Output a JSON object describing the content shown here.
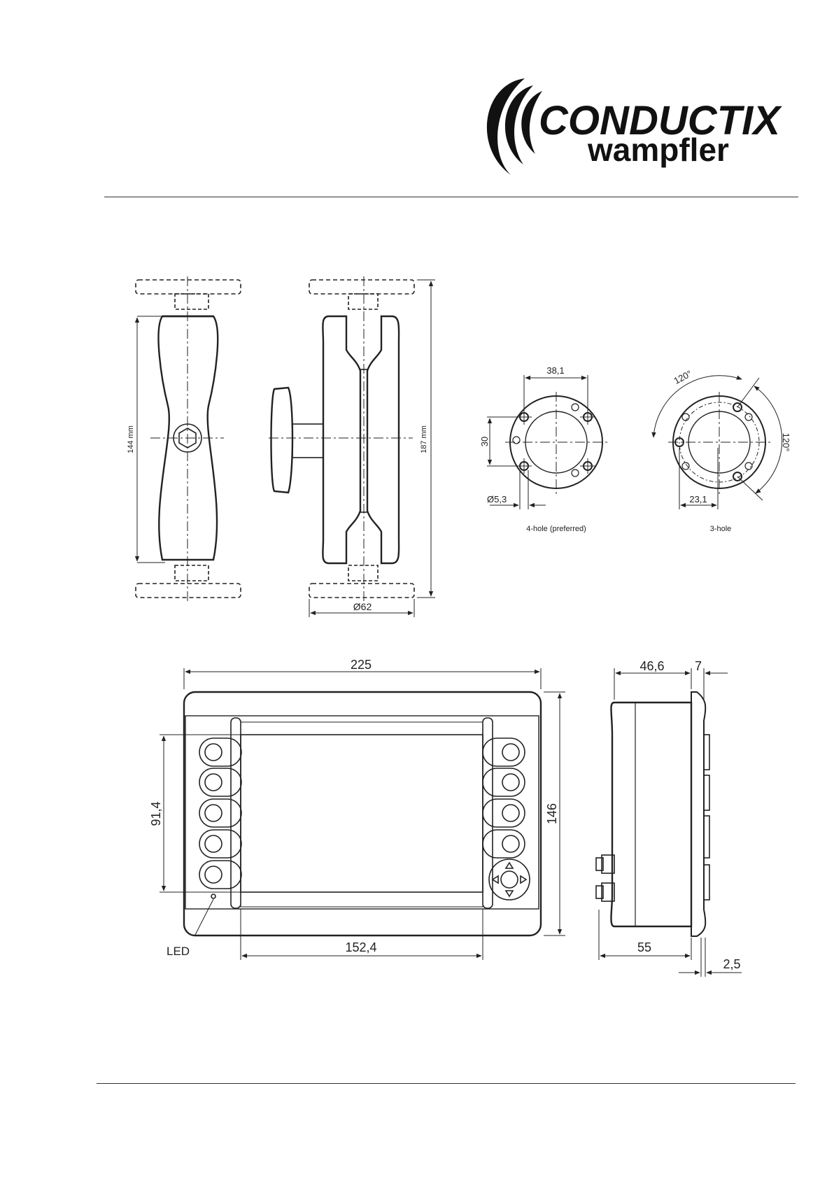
{
  "brand": {
    "name": "CONDUCTIX",
    "sub": "wampfler"
  },
  "mount": {
    "height_left": "144 mm",
    "height_right": "187 mm",
    "base_diameter": "Ø62"
  },
  "hole4": {
    "width": "38,1",
    "height": "30",
    "hole_dia": "Ø5,3",
    "caption": "4-hole (preferred)"
  },
  "hole3": {
    "angle_top": "120°",
    "angle_right": "120°",
    "width": "23,1",
    "caption": "3-hole"
  },
  "front": {
    "width": "225",
    "height": "146",
    "screen_height": "91,4",
    "screen_width": "152,4",
    "led": "LED"
  },
  "side": {
    "depth": "46,6",
    "flange": "7",
    "body": "55",
    "gap": "2,5"
  }
}
